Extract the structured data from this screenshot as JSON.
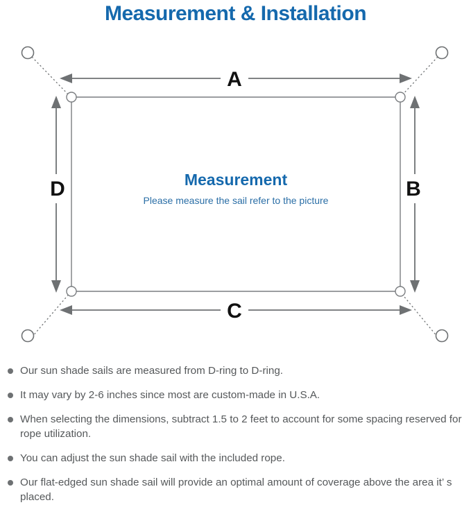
{
  "page": {
    "title": "Measurement & Installation",
    "title_color": "#1569ad",
    "background": "#ffffff"
  },
  "diagram": {
    "name": "sun-shade-sail-measurement-diagram",
    "sail": {
      "center_title": "Measurement",
      "center_subtitle": "Please measure the sail refer to the picture",
      "outline_color": "#7a7d80",
      "fill_color": "#ffffff"
    },
    "dimension_labels": {
      "top": "A",
      "right": "B",
      "bottom": "C",
      "left": "D"
    },
    "dimension_label_color": "#111111",
    "arrow_color": "#6e7173",
    "anchor_point_color": "#6e7173",
    "rope_line_style": "dotted",
    "anchor_points": [
      {
        "name": "anchor-top-left"
      },
      {
        "name": "anchor-top-right"
      },
      {
        "name": "anchor-bottom-left"
      },
      {
        "name": "anchor-bottom-right"
      }
    ],
    "d_rings": [
      {
        "name": "d-ring-top-left"
      },
      {
        "name": "d-ring-top-right"
      },
      {
        "name": "d-ring-bottom-left"
      },
      {
        "name": "d-ring-bottom-right"
      }
    ]
  },
  "notes": {
    "bullet_color": "#6e7173",
    "text_color": "#55585a",
    "items": [
      "Our sun shade sails are measured from D-ring to D-ring.",
      "It may vary by 2-6 inches since most are custom-made in U.S.A.",
      "When selecting the dimensions, subtract 1.5 to 2 feet to account for some spacing reserved for rope utilization.",
      "You can adjust the sun shade sail with the included rope.",
      "Our flat-edged sun shade sail will provide an optimal amount of coverage above the area it’ s placed."
    ]
  }
}
